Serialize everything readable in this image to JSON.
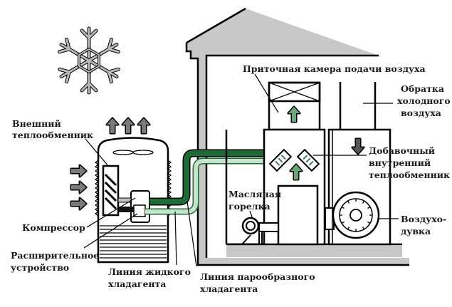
{
  "diagram": {
    "type": "heat-pump-system-schematic",
    "colors": {
      "house_wall": "#c8c8c8",
      "vapor_line": "#1e6b35",
      "liquid_line": "#c6e3cc",
      "air_arrow_inside": "#6aa87a",
      "air_arrow_outside": "#7a7a7a",
      "snowflake": "#b8b8b8",
      "outline": "#000000"
    },
    "labels": {
      "outdoor_heat_exchanger": [
        "Внешний",
        "теплообменник"
      ],
      "compressor": [
        "Компрессор"
      ],
      "expansion_device": [
        "Расширительное",
        "устройство"
      ],
      "liquid_line": [
        "Линия жидкого",
        "хладагента"
      ],
      "vapor_line": [
        "Линия парообразного",
        "хладагента"
      ],
      "supply_plenum": [
        "Приточная камера подачи воздуха"
      ],
      "cold_air_return": [
        "Обратка",
        "холодного",
        "воздуха"
      ],
      "indoor_coil": [
        "Добавочный",
        "внутренний",
        "теплообменник"
      ],
      "oil_burner": [
        "Масляная",
        "горелка"
      ],
      "blower": [
        "Воздухо-",
        "дувка"
      ]
    },
    "icons": {
      "weather": "snowflake-icon",
      "air_flow_out": "arrow-up-icon",
      "air_flow_in": "arrow-right-icon",
      "return_air": "arrow-down-icon",
      "supply_air": "arrow-up-icon"
    }
  }
}
